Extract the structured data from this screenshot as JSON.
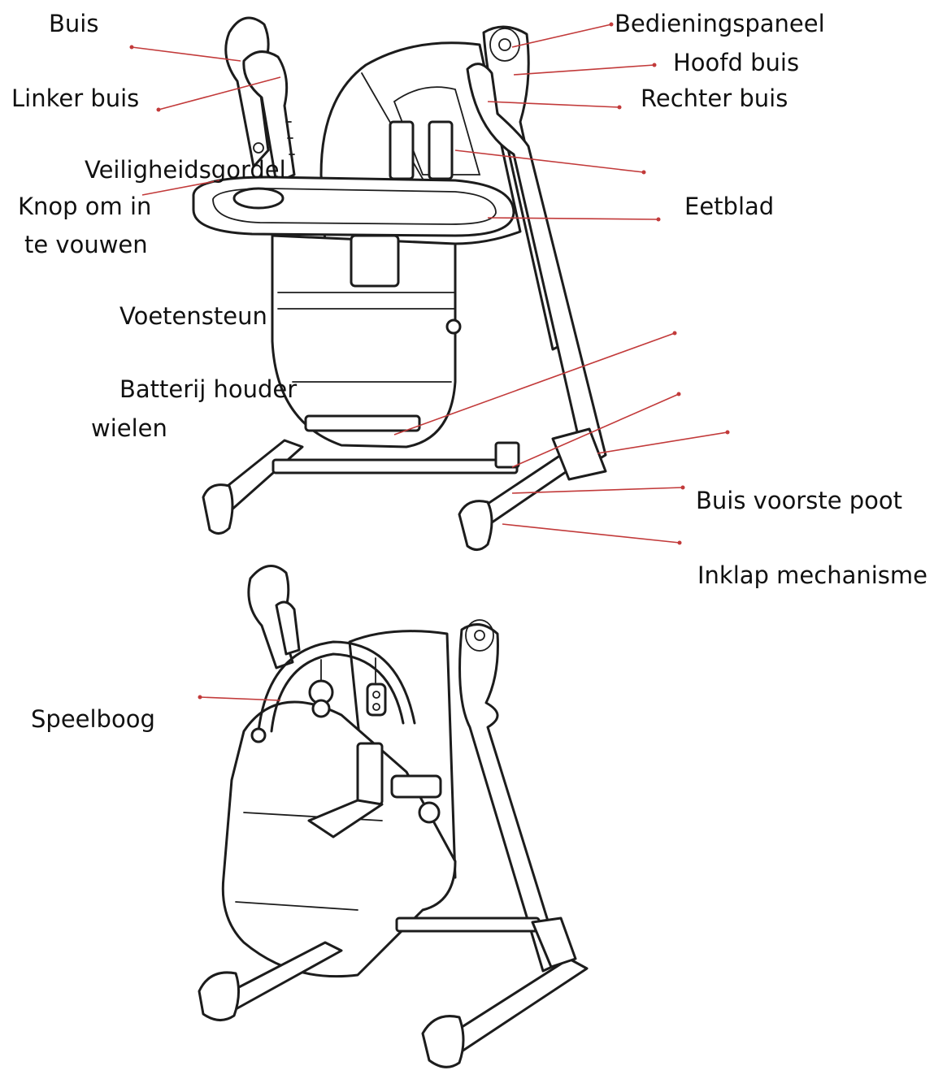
{
  "colors": {
    "leader": "#c23a3a",
    "ink": "#1c1c1c",
    "background": "#ffffff"
  },
  "labels": {
    "buis": "Buis",
    "linker_buis": "Linker buis",
    "veiligheidsgordel": "Veiligheidsgordel",
    "knop_line1": "Knop om in",
    "knop_line2": "te vouwen",
    "voetensteun": "Voetensteun",
    "batterij_houder": "Batterij houder",
    "wielen": "wielen",
    "bedieningspaneel": "Bedieningspaneel",
    "hoofd_buis": "Hoofd buis",
    "rechter_buis": "Rechter buis",
    "eetblad": "Eetblad",
    "buis_voorste_poot": "Buis voorste poot",
    "inklap_mechanisme": "Inklap mechanisme",
    "speelboog": "Speelboog"
  }
}
